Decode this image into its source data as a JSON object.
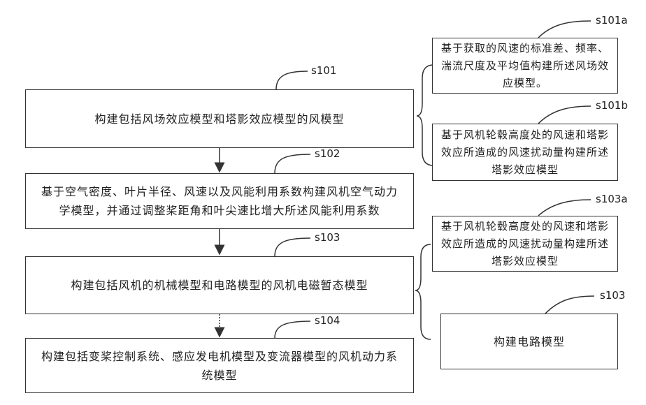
{
  "steps": [
    {
      "id": "s101",
      "text": "构建包括风场效应模型和塔影效应模型的风模型"
    },
    {
      "id": "s102",
      "text": "基于空气密度、叶片半径、风速以及风能利用系数构建风机空气动力学模型，并通过调整桨距角和叶尖速比增大所述风能利用系数"
    },
    {
      "id": "s103",
      "text": "构建包括风机的机械模型和电路模型的风机电磁暂态模型"
    },
    {
      "id": "s104",
      "text": "构建包括变桨控制系统、感应发电机模型及变流器模型的风机动力系统模型"
    }
  ],
  "substeps": [
    {
      "id": "s101a",
      "text": "基于获取的风速的标准差、频率、湍流尺度及平均值构建所述风场效应模型。"
    },
    {
      "id": "s101b",
      "text": "基于风机轮毂高度处的风速和塔影效应所造成的风速扰动量构建所述塔影效应模型"
    },
    {
      "id": "s103a",
      "text": "基于风机轮毂高度处的风速和塔影效应所造成的风速扰动量构建所述塔影效应模型"
    },
    {
      "id": "s103",
      "text": "构建电路模型"
    }
  ]
}
